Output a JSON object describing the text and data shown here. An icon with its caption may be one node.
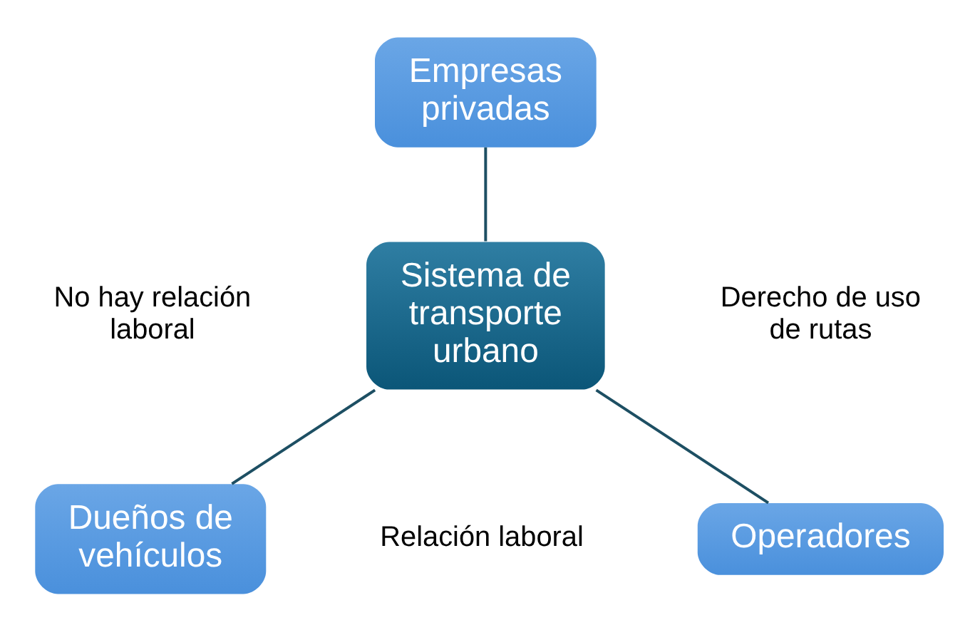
{
  "diagram": {
    "nodes": [
      {
        "text": [
          "Empresas privadas"
        ]
      },
      {
        "text": [
          "Sistema de transporte urbano"
        ]
      },
      {
        "text": [
          "Dueños de vehículos"
        ]
      },
      {
        "text": [
          "Operadores"
        ]
      }
    ],
    "edges": [
      {
        "from": 0,
        "to": 1,
        "arrow": "none"
      },
      {
        "from": 1,
        "to": 2,
        "arrow": "none"
      },
      {
        "from": 1,
        "to": 3,
        "arrow": "none"
      }
    ],
    "labels": [
      "No hay relación laboral",
      "Derecho de uso de rutas",
      "Relación laboral"
    ]
  }
}
